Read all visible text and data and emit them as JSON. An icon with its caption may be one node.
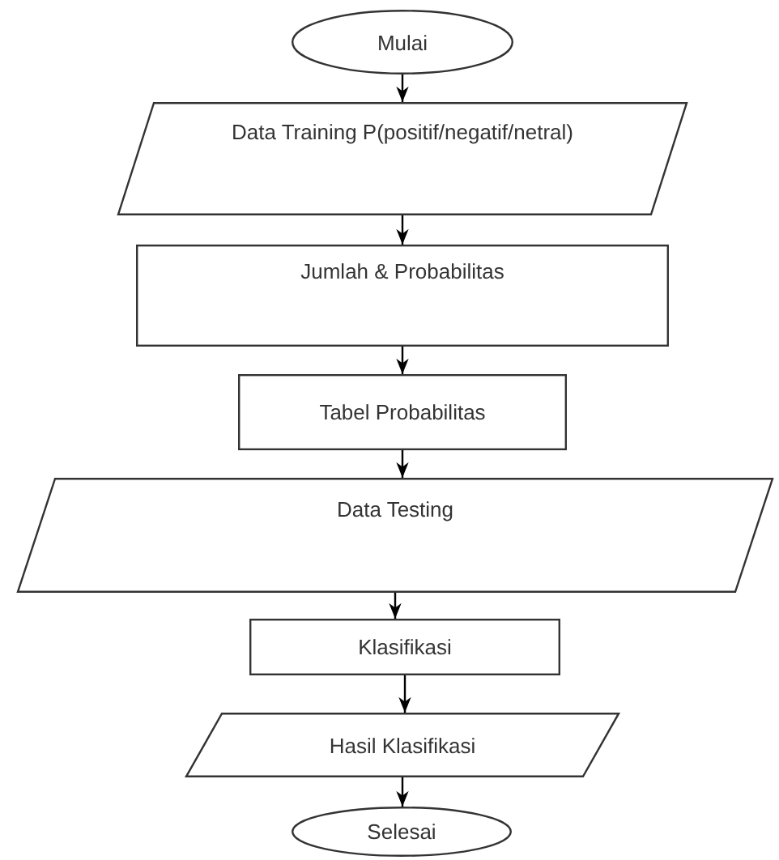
{
  "diagram": {
    "nodes": [
      {
        "text": [
          "Mulai"
        ]
      },
      {
        "text": [
          "Data Training P(positif/negatif/netral)"
        ]
      },
      {
        "text": [
          "Jumlah & Probabilitas"
        ]
      },
      {
        "text": [
          "Tabel Probabilitas"
        ]
      },
      {
        "text": [
          "Data Testing"
        ]
      },
      {
        "text": [
          "Klasifikasi"
        ]
      },
      {
        "text": [
          "Hasil Klasifikasi"
        ]
      },
      {
        "text": [
          "Selesai"
        ]
      }
    ],
    "edges": [
      {
        "from": 0,
        "to": 1,
        "arrow": "to"
      },
      {
        "from": 1,
        "to": 2,
        "arrow": "to"
      },
      {
        "from": 2,
        "to": 3,
        "arrow": "to"
      },
      {
        "from": 3,
        "to": 4,
        "arrow": "to"
      },
      {
        "from": 4,
        "to": 5,
        "arrow": "to"
      },
      {
        "from": 5,
        "to": 6,
        "arrow": "to"
      },
      {
        "from": 6,
        "to": 7,
        "arrow": "to"
      }
    ]
  }
}
